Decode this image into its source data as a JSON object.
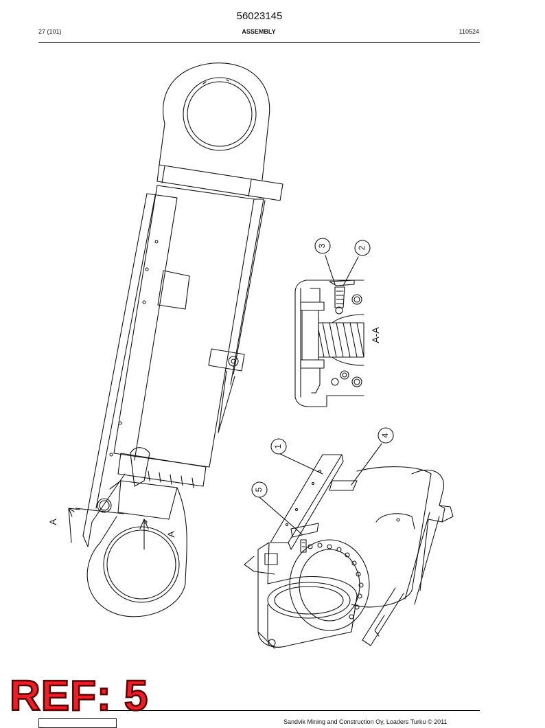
{
  "document": {
    "number": "56023145",
    "page_info": "27 (101)",
    "section_title": "ASSEMBLY",
    "date_code": "110524"
  },
  "drawing": {
    "section_marker": "A",
    "section_view_label": "A-A",
    "callouts": [
      "1",
      "2",
      "3",
      "4",
      "5"
    ]
  },
  "footer": {
    "copyright": "Sandvik Mining and Construction Oy, Loaders Turku © 2011"
  },
  "stamp": {
    "text": "REF: 5",
    "color": "#e8202a"
  }
}
